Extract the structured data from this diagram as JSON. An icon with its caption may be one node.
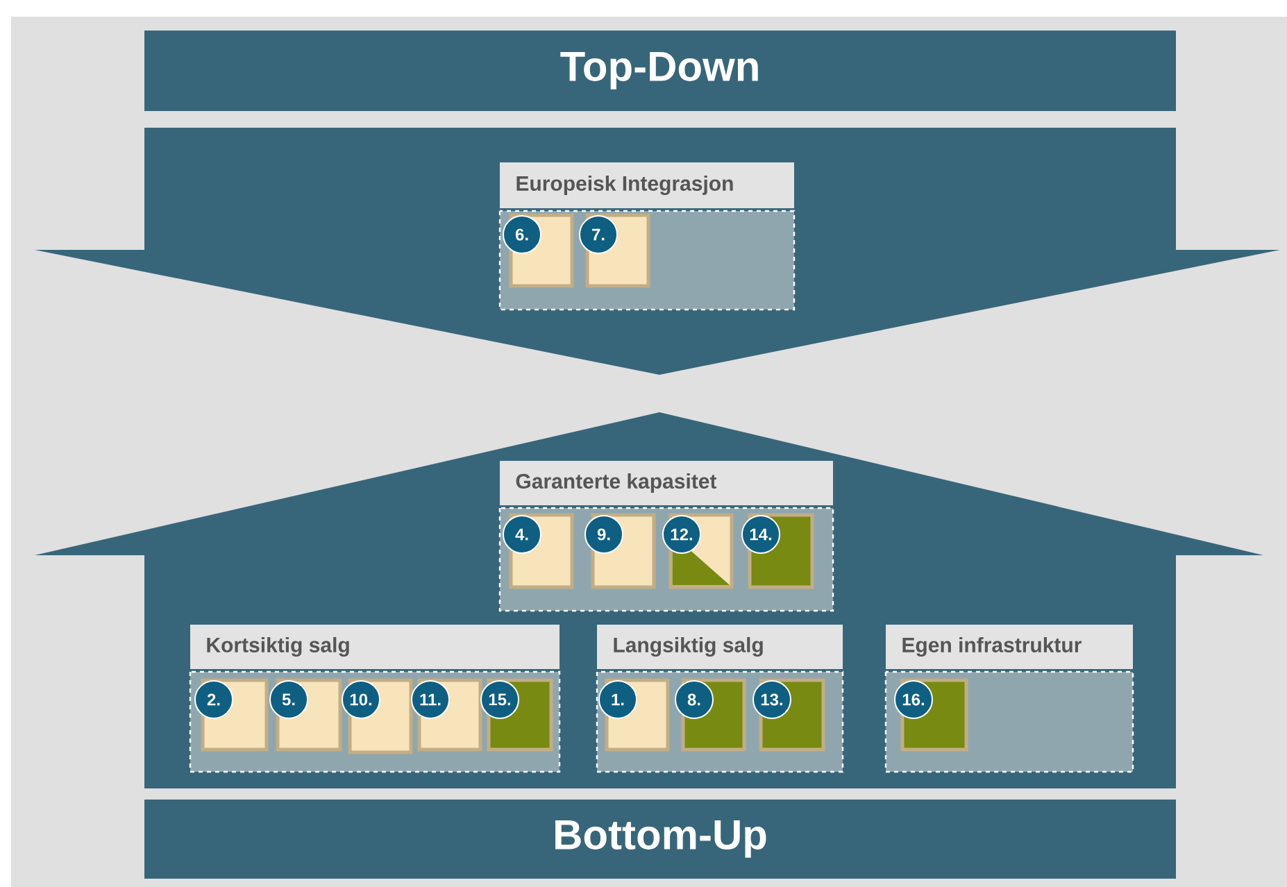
{
  "diagram": {
    "nodes": [
      {
        "text": [
          "Top-Down"
        ]
      },
      {
        "text": [],
        "shape": "arrow"
      },
      {
        "text": [
          "Europeisk Integrasjon"
        ],
        "in": 1
      },
      {
        "text": [
          "6."
        ],
        "in": 2
      },
      {
        "text": [
          "7."
        ],
        "in": 2
      },
      {
        "text": [],
        "shape": "house"
      },
      {
        "text": [
          "Garanterte kapasitet"
        ],
        "in": 5
      },
      {
        "text": [
          "4."
        ],
        "in": 6
      },
      {
        "text": [
          "9."
        ],
        "in": 6
      },
      {
        "text": [
          "12."
        ],
        "in": 6
      },
      {
        "text": [
          "14."
        ],
        "in": 6
      },
      {
        "text": [
          "Kortsiktig salg"
        ],
        "in": 5
      },
      {
        "text": [
          "2."
        ],
        "in": 11
      },
      {
        "text": [
          "5."
        ],
        "in": 11
      },
      {
        "text": [
          "10."
        ],
        "in": 11
      },
      {
        "text": [
          "11."
        ],
        "in": 11
      },
      {
        "text": [
          "15."
        ],
        "in": 11
      },
      {
        "text": [
          "Langsiktig salg"
        ],
        "in": 5
      },
      {
        "text": [
          "1."
        ],
        "in": 17
      },
      {
        "text": [
          "8."
        ],
        "in": 17
      },
      {
        "text": [
          "13."
        ],
        "in": 17
      },
      {
        "text": [
          "Egen infrastruktur"
        ],
        "in": 5
      },
      {
        "text": [
          "16."
        ],
        "in": 21
      },
      {
        "text": [
          "Bottom-Up"
        ]
      }
    ]
  }
}
